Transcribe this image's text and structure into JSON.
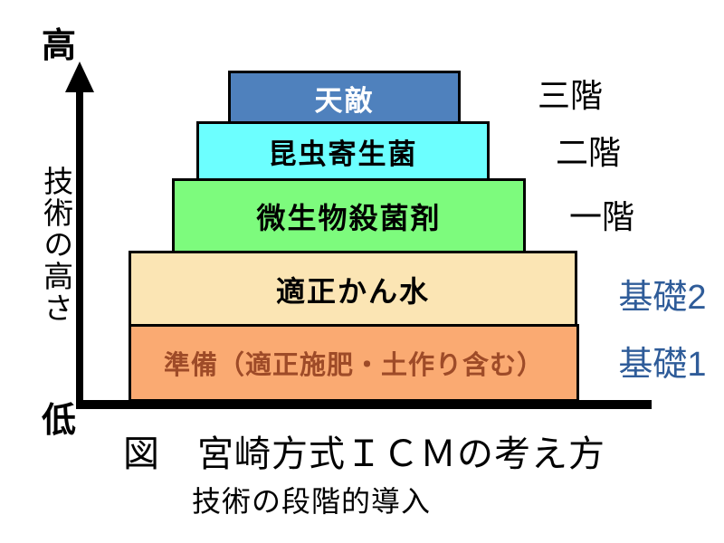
{
  "figure": {
    "axis": {
      "high_label": "高",
      "low_label": "低",
      "title_vertical": "技術の高さ",
      "line_color": "#000000"
    },
    "pyramid_layers": [
      {
        "label": "天敵",
        "floor_label": "三階",
        "fill": "#4F81BD",
        "label_color": "#FFFFFF",
        "floor_label_color": "#000000"
      },
      {
        "label": "昆虫寄生菌",
        "floor_label": "二階",
        "fill": "#6CFFFF",
        "label_color": "#000000",
        "floor_label_color": "#000000"
      },
      {
        "label": "微生物殺菌剤",
        "floor_label": "一階",
        "fill": "#7DFB7D",
        "label_color": "#000000",
        "floor_label_color": "#000000"
      },
      {
        "label": "適正かん水",
        "floor_label": "基礎2",
        "fill": "#FBE5B4",
        "label_color": "#000000",
        "floor_label_color": "#2F5C99"
      },
      {
        "label": "準備（適正施肥・土作り含む）",
        "floor_label": "基礎1",
        "fill": "#FAAA72",
        "label_color": "#9E4B28",
        "floor_label_color": "#2F5C99"
      }
    ],
    "caption": {
      "line1": "図　宮崎方式ＩＣＭの考え方",
      "line2": "技術の段階的導入"
    }
  }
}
